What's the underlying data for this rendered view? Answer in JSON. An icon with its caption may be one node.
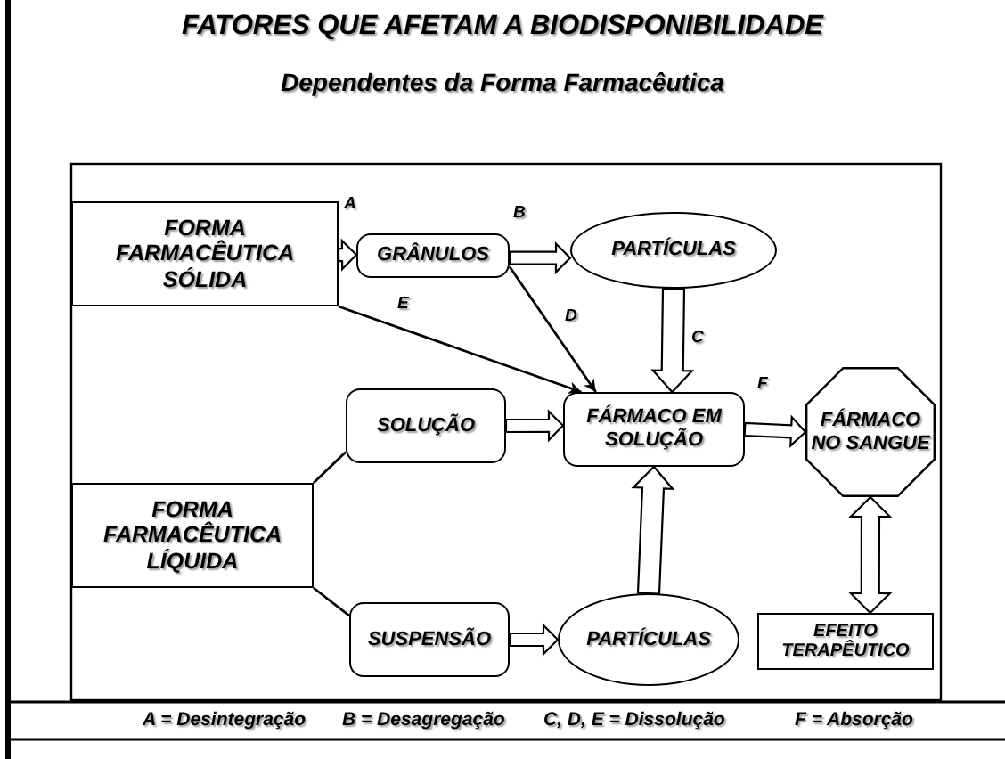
{
  "diagram": {
    "title": "FATORES QUE AFETAM A BIODISPONIBILIDADE",
    "nodes": [
      {
        "text": [
          "FORMA FARMACÊUTICA SÓLIDA"
        ]
      },
      {
        "text": [
          "GRÂNULOS"
        ]
      },
      {
        "text": [
          "PARTÍCULAS"
        ]
      },
      {
        "text": [
          "SOLUÇÃO"
        ]
      },
      {
        "text": [
          "FÁRMACO EM SOLUÇÃO"
        ]
      },
      {
        "text": [
          "FÁRMACO NO SANGUE"
        ]
      },
      {
        "text": [
          "FORMA FARMACÊUTICA LÍQUIDA"
        ]
      },
      {
        "text": [
          "SUSPENSÃO"
        ]
      },
      {
        "text": [
          "PARTÍCULAS"
        ]
      },
      {
        "text": [
          "EFEITO TERAPÊUTICO"
        ]
      }
    ],
    "edges": [
      {
        "from": 0,
        "to": 1,
        "arrow": "to",
        "label": "A",
        "style": "thick"
      },
      {
        "from": 1,
        "to": 2,
        "arrow": "to",
        "label": "B",
        "style": "thick"
      },
      {
        "from": 2,
        "to": 4,
        "arrow": "to",
        "label": "C",
        "style": "thick"
      },
      {
        "from": 1,
        "to": 4,
        "arrow": "to",
        "label": "D"
      },
      {
        "from": 0,
        "to": 4,
        "arrow": "to",
        "label": "E"
      },
      {
        "from": 3,
        "to": 4,
        "arrow": "to",
        "style": "thick"
      },
      {
        "from": 4,
        "to": 5,
        "arrow": "to",
        "label": "F",
        "style": "thick"
      },
      {
        "from": 6,
        "to": 3,
        "arrow": "none"
      },
      {
        "from": 6,
        "to": 7,
        "arrow": "none"
      },
      {
        "from": 7,
        "to": 8,
        "arrow": "to",
        "style": "thick"
      },
      {
        "from": 8,
        "to": 4,
        "arrow": "to",
        "style": "thick"
      },
      {
        "from": 5,
        "to": 9,
        "arrow": "both",
        "style": "thick"
      }
    ],
    "labels": [
      "Dependentes da Forma Farmacêutica",
      "A = Desintegração",
      "B = Desagregação",
      "C, D, E = Dissolução",
      "F = Absorção"
    ]
  }
}
